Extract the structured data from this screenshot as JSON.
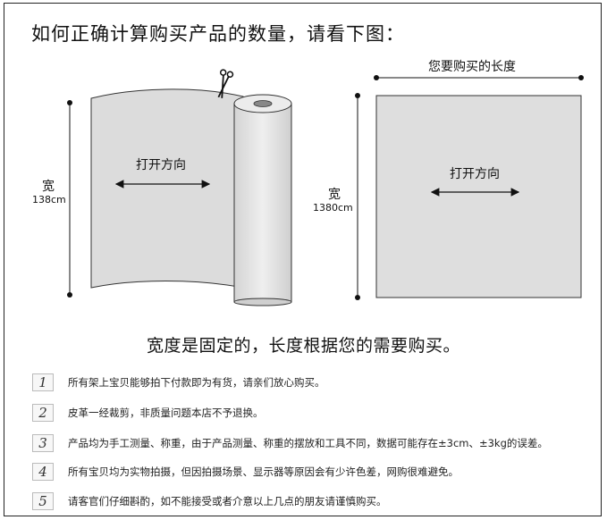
{
  "title": "如何正确计算购买产品的数量，请看下图：",
  "left_diagram": {
    "direction_label": "打开方向",
    "width_label": "宽",
    "width_value": "138cm"
  },
  "right_diagram": {
    "length_label": "您要购买的长度",
    "direction_label": "打开方向",
    "width_label": "宽",
    "width_value": "1380cm"
  },
  "main_text": "宽度是固定的，长度根据您的需要购买。",
  "notes": [
    {
      "num": "1",
      "text": "所有架上宝贝能够拍下付款即为有货，请亲们放心购买。"
    },
    {
      "num": "2",
      "text": "皮革一经裁剪，非质量问题本店不予退换。"
    },
    {
      "num": "3",
      "text": "产品均为手工测量、称重，由于产品测量、称重的摆放和工具不同，数据可能存在±3cm、±3kg的误差。"
    },
    {
      "num": "4",
      "text": "所有宝贝均为实物拍摄，但因拍摄场景、显示器等原因会有少许色差，网购很难避免。"
    },
    {
      "num": "5",
      "text": "请客官们仔细斟酌，如不能接受或者介意以上几点的朋友请谨慎购买。"
    }
  ]
}
